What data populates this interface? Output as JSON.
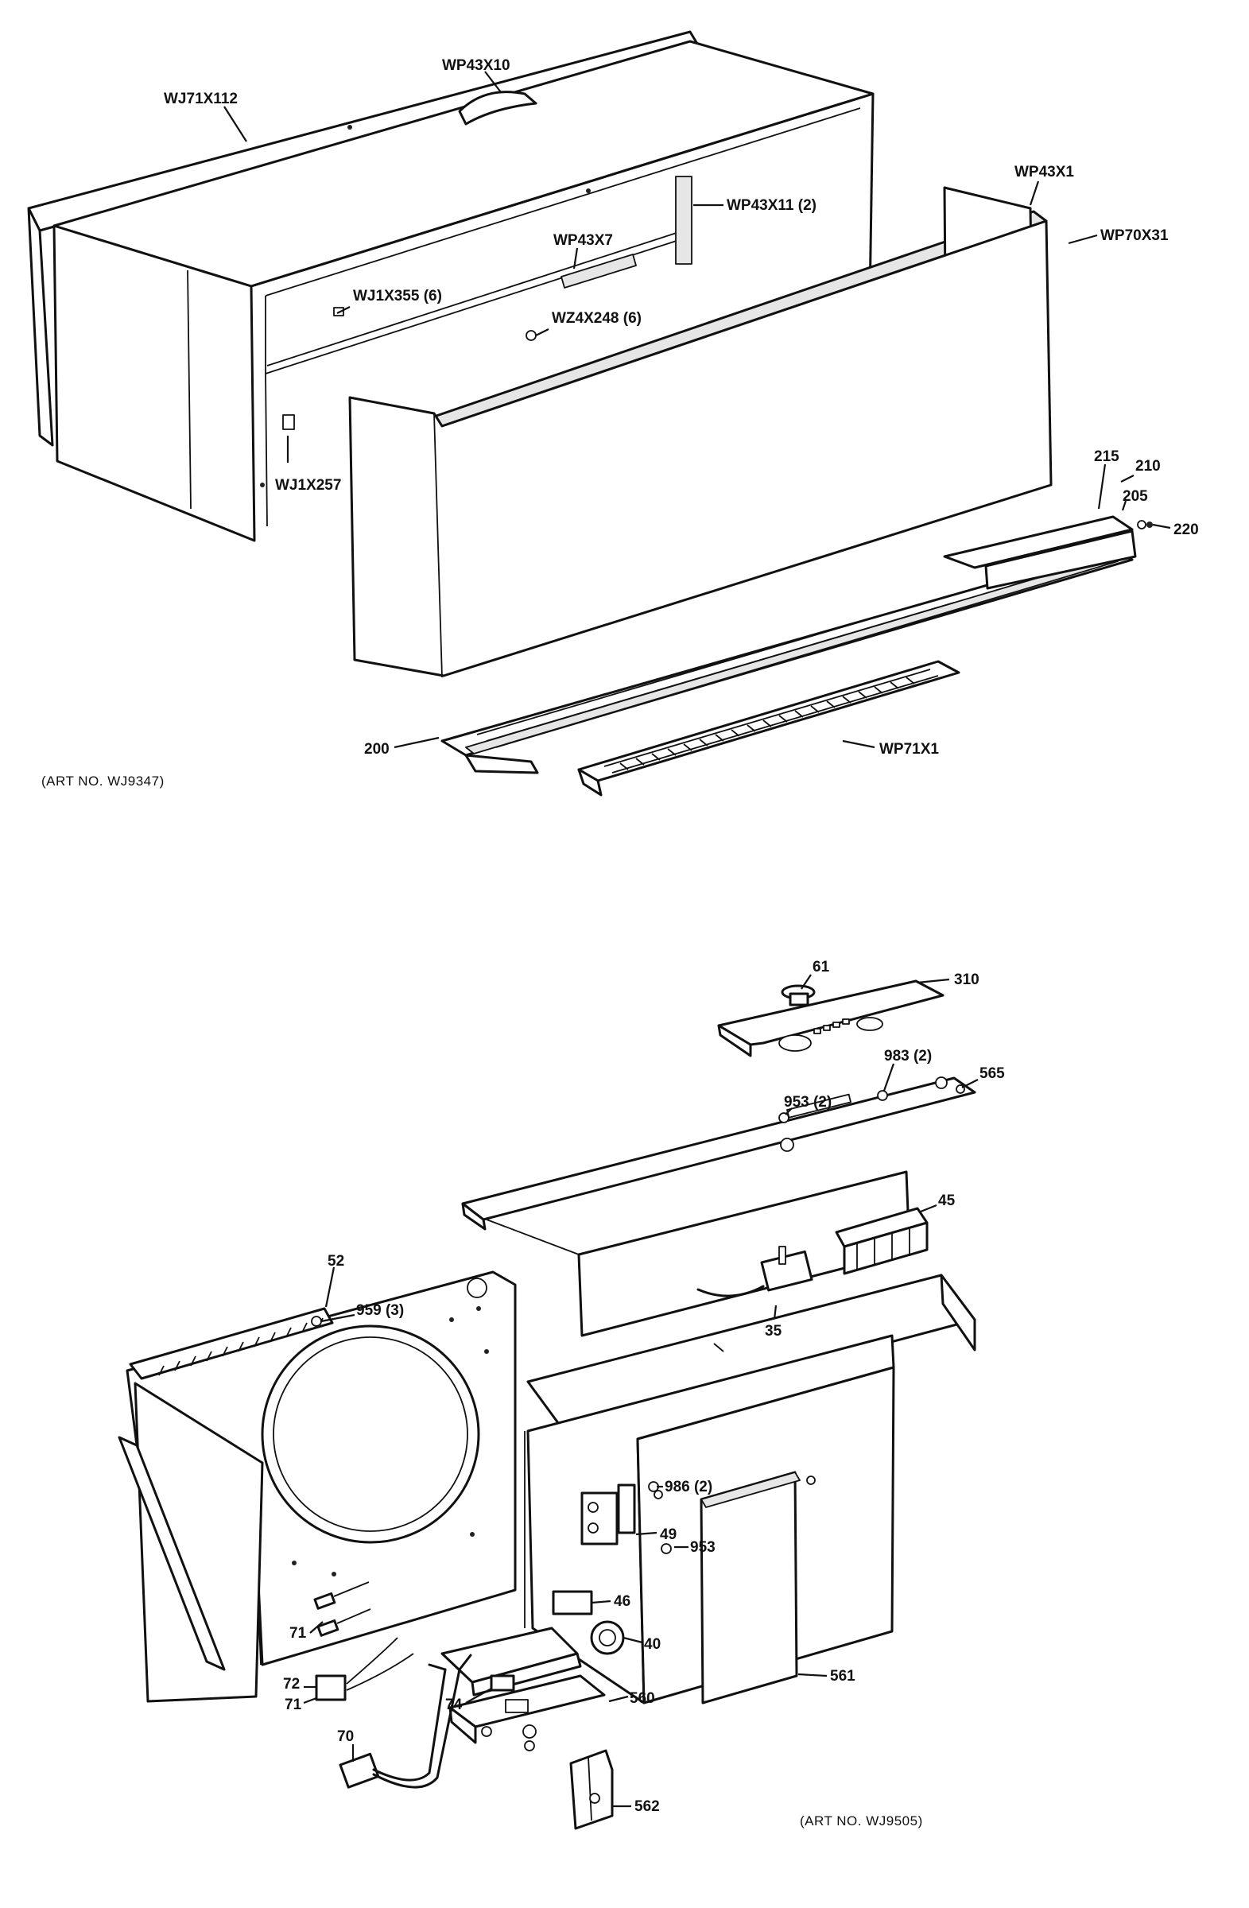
{
  "art_numbers": {
    "upper": "(ART NO. WJ9347)",
    "lower": "(ART NO. WJ9505)"
  },
  "callouts_upper": [
    {
      "id": "wj71x112",
      "label": "WJ71X112"
    },
    {
      "id": "wp43x10",
      "label": "WP43X10"
    },
    {
      "id": "wp43x11",
      "label": "WP43X11 (2)"
    },
    {
      "id": "wp43x1",
      "label": "WP43X1"
    },
    {
      "id": "wp70x31",
      "label": "WP70X31"
    },
    {
      "id": "wp43x7",
      "label": "WP43X7"
    },
    {
      "id": "wj1x355",
      "label": "WJ1X355 (6)"
    },
    {
      "id": "wz4x248",
      "label": "WZ4X248 (6)"
    },
    {
      "id": "wj1x257",
      "label": "WJ1X257"
    },
    {
      "id": "p215",
      "label": "215"
    },
    {
      "id": "p210",
      "label": "210"
    },
    {
      "id": "p205",
      "label": "205"
    },
    {
      "id": "p220",
      "label": "220"
    },
    {
      "id": "p200",
      "label": "200"
    },
    {
      "id": "wp71x1",
      "label": "WP71X1"
    }
  ],
  "callouts_lower": [
    {
      "id": "p61",
      "label": "61"
    },
    {
      "id": "p310",
      "label": "310"
    },
    {
      "id": "p983",
      "label": "983 (2)"
    },
    {
      "id": "p565",
      "label": "565"
    },
    {
      "id": "p953a",
      "label": "953 (2)"
    },
    {
      "id": "p45",
      "label": "45"
    },
    {
      "id": "p52",
      "label": "52"
    },
    {
      "id": "p959",
      "label": "959 (3)"
    },
    {
      "id": "p35",
      "label": "35"
    },
    {
      "id": "p986",
      "label": "986 (2)"
    },
    {
      "id": "p49",
      "label": "49"
    },
    {
      "id": "p953b",
      "label": "953"
    },
    {
      "id": "p46",
      "label": "46"
    },
    {
      "id": "p40",
      "label": "40"
    },
    {
      "id": "p561",
      "label": "561"
    },
    {
      "id": "p71a",
      "label": "71"
    },
    {
      "id": "p72",
      "label": "72"
    },
    {
      "id": "p71b",
      "label": "71"
    },
    {
      "id": "p74",
      "label": "74"
    },
    {
      "id": "p560",
      "label": "560"
    },
    {
      "id": "p70",
      "label": "70"
    },
    {
      "id": "p562",
      "label": "562"
    }
  ]
}
